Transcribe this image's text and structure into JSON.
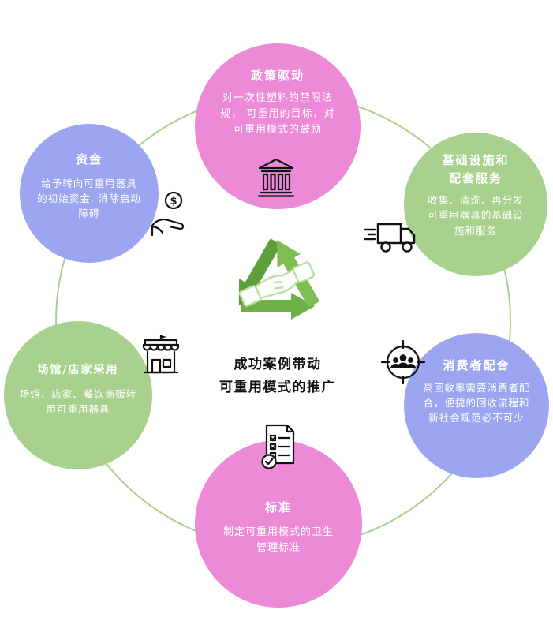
{
  "diagram_title": "成功案例带动可重用模式的推广",
  "center": {
    "line1": "成功案例带动",
    "line2": "可重用模式的推广",
    "icon": "recycle-handshake-icon"
  },
  "nodes": [
    {
      "id": "policy",
      "title": "政策驱动",
      "body": "对一次性塑料的禁限法规， 可重用的目标，对可重用模式的鼓励",
      "color": "#ec8ad8",
      "icon": "bank-icon"
    },
    {
      "id": "infrastructure",
      "title": "基础设施和配套服务",
      "body": "收集、清洗、再分发可重用器具的基础设施和服务",
      "color": "#a9d18e",
      "icon": "delivery-truck-icon"
    },
    {
      "id": "consumers",
      "title": "消费者配合",
      "body": "高回收率需要消费者配合，便捷的回收流程和新社会规范必不可少",
      "color": "#9ca5ef",
      "icon": "target-users-icon"
    },
    {
      "id": "standards",
      "title": "标准",
      "body": "制定可重用模式的卫生管理标准",
      "color": "#ec8ad8",
      "icon": "checklist-icon"
    },
    {
      "id": "venues",
      "title": "场馆/店家采用",
      "body": "场馆、店家、餐饮商贩转用可重用器具",
      "color": "#a9d18e",
      "icon": "storefront-icon"
    },
    {
      "id": "funding",
      "title": "资金",
      "body": "给予转向可重用器具的初始资金, 消除启动障碍",
      "color": "#9ca5ef",
      "icon": "hand-coin-icon"
    }
  ],
  "icons": {
    "coin_symbol": "$"
  },
  "colors": {
    "pink": "#ec8ad8",
    "green": "#a9d18e",
    "blue": "#9ca5ef",
    "ring": "#a9d18e",
    "recycle_arrow_1": "#6fb148",
    "recycle_arrow_2": "#5f9f3a",
    "recycle_arrow_3": "#7dbd52",
    "handshake_fill": "#fdfefb",
    "handshake_stroke": "#bcdfa6",
    "icon_ink": "#111111",
    "center_text": "#111111",
    "background": "#ffffff"
  }
}
